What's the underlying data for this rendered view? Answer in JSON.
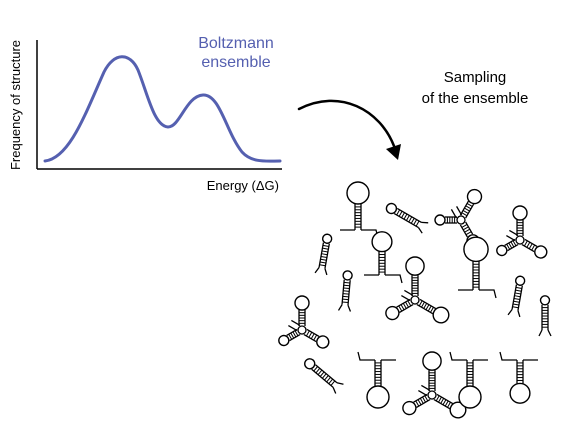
{
  "plot": {
    "ylabel": "Frequency of structure",
    "xlabel": "Energy (ΔG)",
    "series_label_line1": "Boltzmann",
    "series_label_line2": "ensemble",
    "curve_color": "#5560b0"
  },
  "sampling": {
    "label_line1": "Sampling",
    "label_line2": "of the ensemble"
  },
  "ensemble": {
    "structure_count": 17
  }
}
